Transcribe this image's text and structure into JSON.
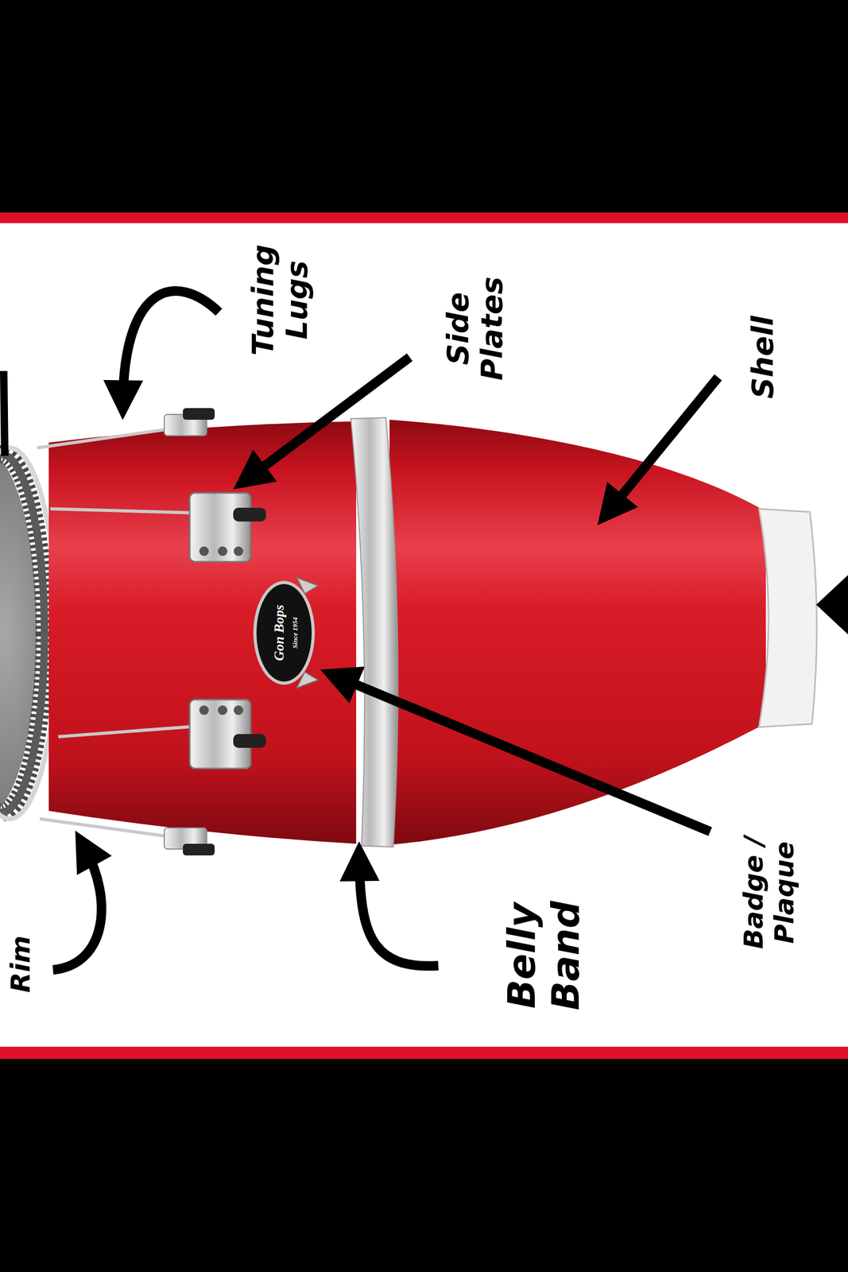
{
  "diagram": {
    "labels": [
      "Tuning Lugs",
      "Side Plates",
      "Shell",
      "Rim",
      "Belly Band",
      "Badge / Plaque",
      "Gon Bops",
      "Since 1954"
    ]
  }
}
